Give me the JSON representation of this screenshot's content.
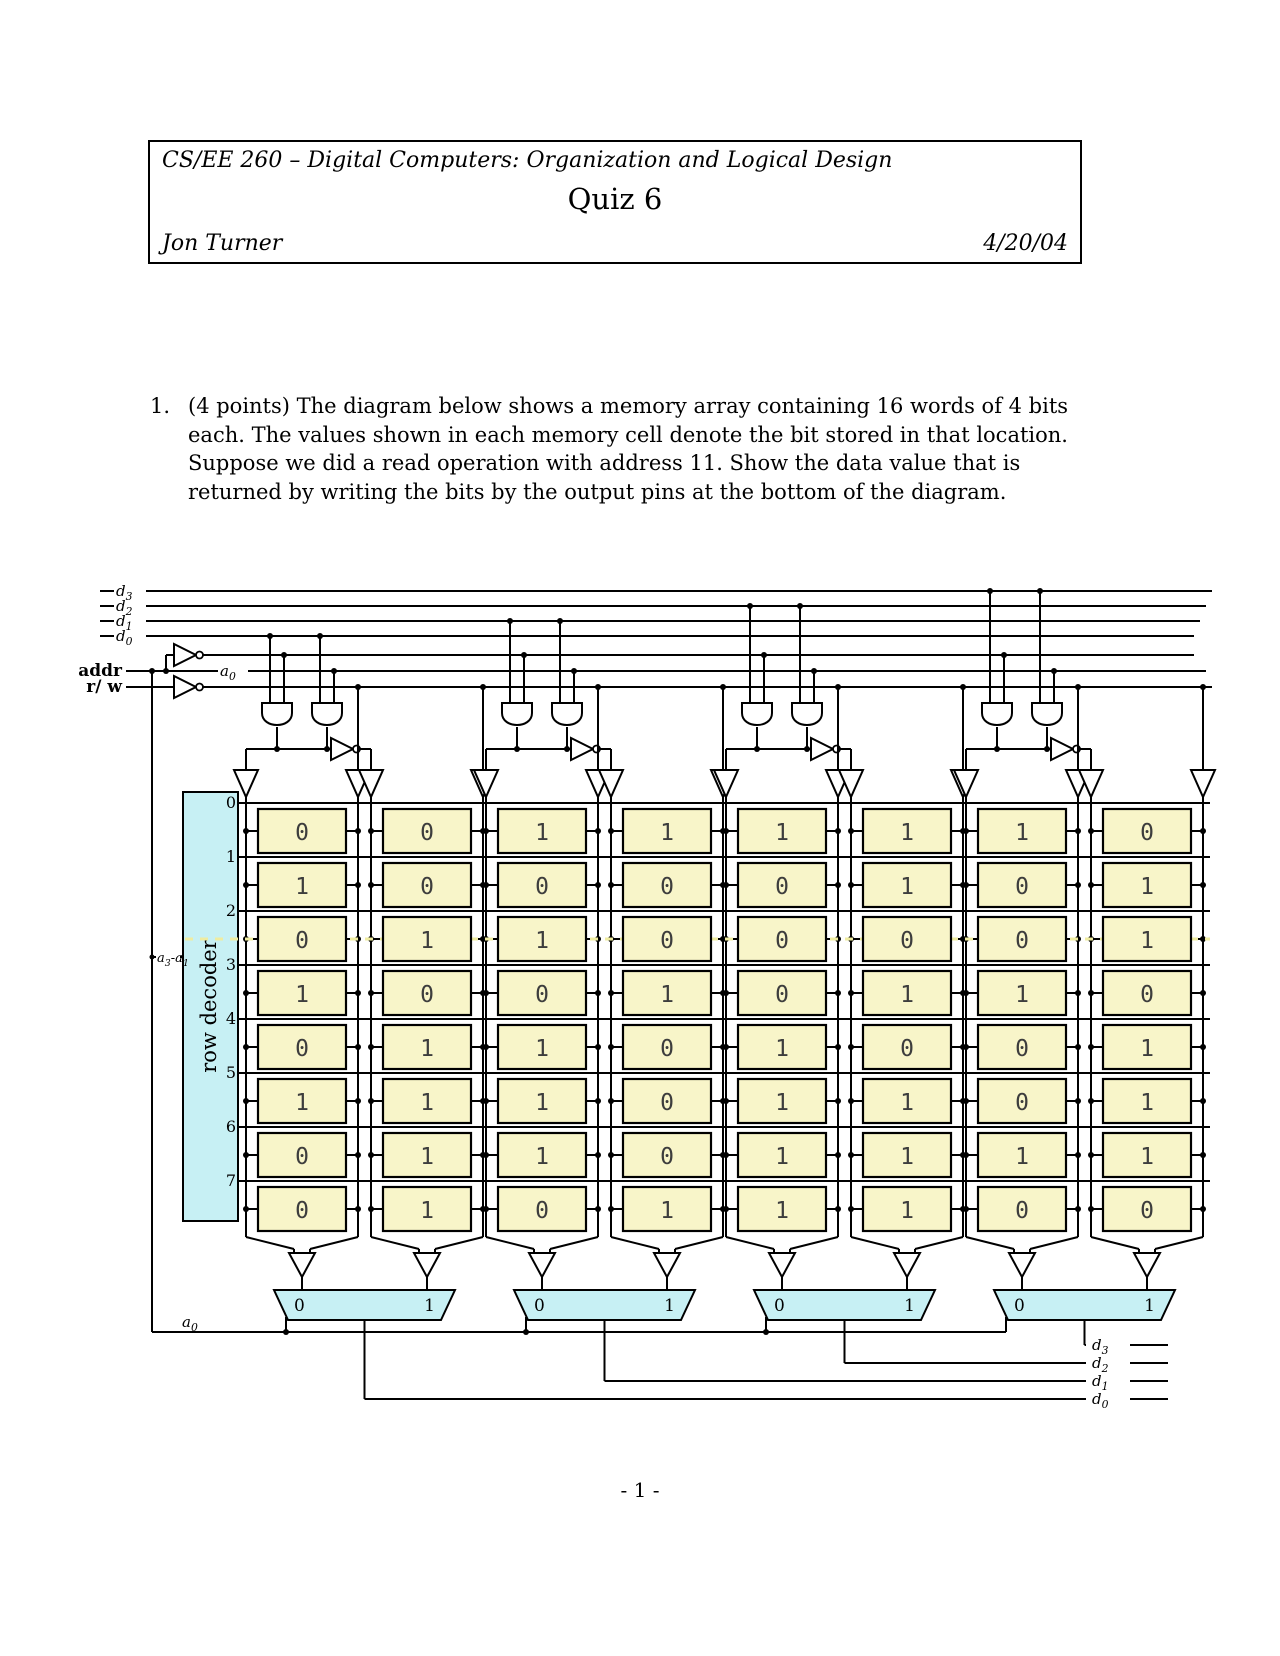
{
  "header": {
    "course": "CS/EE 260 – Digital Computers: Organization and Logical Design",
    "quiz_title": "Quiz 6",
    "author": "Jon Turner",
    "date": "4/20/04"
  },
  "question": {
    "number": "1.",
    "text": "(4 points) The diagram below shows a memory array containing 16 words of 4 bits each. The values shown in each memory cell denote the bit stored in that location. Suppose we did a read operation with address 11. Show the data value that is returned by writing the bits by the output pins at the bottom of the diagram."
  },
  "footer": "- 1 -",
  "diagram": {
    "bus_labels": [
      {
        "base": "d",
        "sub": "3"
      },
      {
        "base": "d",
        "sub": "2"
      },
      {
        "base": "d",
        "sub": "1"
      },
      {
        "base": "d",
        "sub": "0"
      }
    ],
    "addr_label": "addr",
    "rw_label": "r/ w",
    "a0_inline_label": {
      "base": "a",
      "sub": "0"
    },
    "a0_bottom_label": {
      "base": "a",
      "sub": "0"
    },
    "decoder_label": "row decoder",
    "decoder_input_label": [
      {
        "base": "a",
        "sub": "3"
      },
      {
        "base": "a",
        "sub": "1"
      }
    ],
    "row_numbers": [
      "0",
      "1",
      "2",
      "3",
      "4",
      "5",
      "6",
      "7"
    ],
    "columns": [
      [
        "0",
        "1",
        "0",
        "1",
        "0",
        "1",
        "0",
        "0"
      ],
      [
        "0",
        "0",
        "1",
        "0",
        "1",
        "1",
        "1",
        "1"
      ],
      [
        "1",
        "0",
        "1",
        "0",
        "1",
        "1",
        "1",
        "0"
      ],
      [
        "1",
        "0",
        "0",
        "1",
        "0",
        "0",
        "0",
        "1"
      ],
      [
        "1",
        "0",
        "0",
        "0",
        "1",
        "1",
        "1",
        "1"
      ],
      [
        "1",
        "1",
        "0",
        "1",
        "0",
        "1",
        "1",
        "1"
      ],
      [
        "1",
        "0",
        "0",
        "1",
        "0",
        "0",
        "1",
        "0"
      ],
      [
        "0",
        "1",
        "1",
        "0",
        "1",
        "1",
        "1",
        "0"
      ]
    ],
    "mux_input_labels": [
      "0",
      "1"
    ],
    "output_labels": [
      {
        "base": "d",
        "sub": "3"
      },
      {
        "base": "d",
        "sub": "2"
      },
      {
        "base": "d",
        "sub": "1"
      },
      {
        "base": "d",
        "sub": "0"
      }
    ],
    "colors": {
      "cell_fill": "#f8f5c9",
      "cyan_fill": "#c7f0f4",
      "highlight": "#efeca1",
      "line": "#000000",
      "cell_text": "#3d3d3d"
    }
  }
}
